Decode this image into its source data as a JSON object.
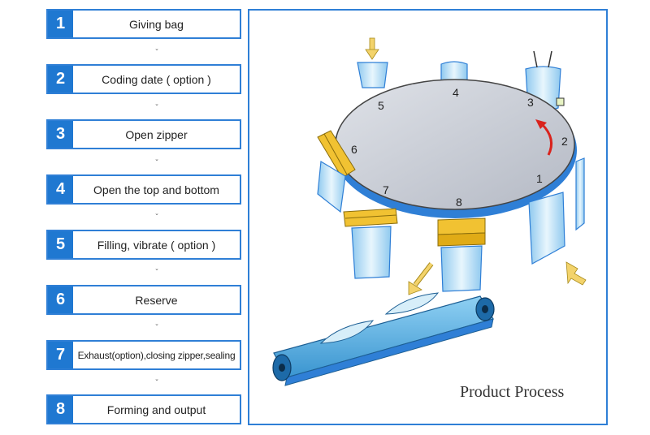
{
  "steps": [
    {
      "number": "1",
      "label": "Giving bag"
    },
    {
      "number": "2",
      "label": "Coding date ( option )"
    },
    {
      "number": "3",
      "label": "Open zipper"
    },
    {
      "number": "4",
      "label": "Open the top and bottom"
    },
    {
      "number": "5",
      "label": "Filling, vibrate ( option )"
    },
    {
      "number": "6",
      "label": "Reserve"
    },
    {
      "number": "7",
      "label": "Exhaust(option),closing zipper,sealing"
    },
    {
      "number": "8",
      "label": "Forming and output"
    }
  ],
  "chevron_glyph": "ˇ",
  "diagram": {
    "caption": "Product Process",
    "stations": [
      "1",
      "2",
      "3",
      "4",
      "5",
      "6",
      "7",
      "8"
    ]
  },
  "colors": {
    "accent": "#1f78d1",
    "border": "#2f7fd6",
    "turntable": "#c9cdd6",
    "turntable_rim": "#2f7fd6",
    "clamp": "#f1c232",
    "arrow": "#f3d36b",
    "rotation_arrow": "#d9231d",
    "bag": "#bfe3f7",
    "conveyor": "#5ab0e3"
  }
}
